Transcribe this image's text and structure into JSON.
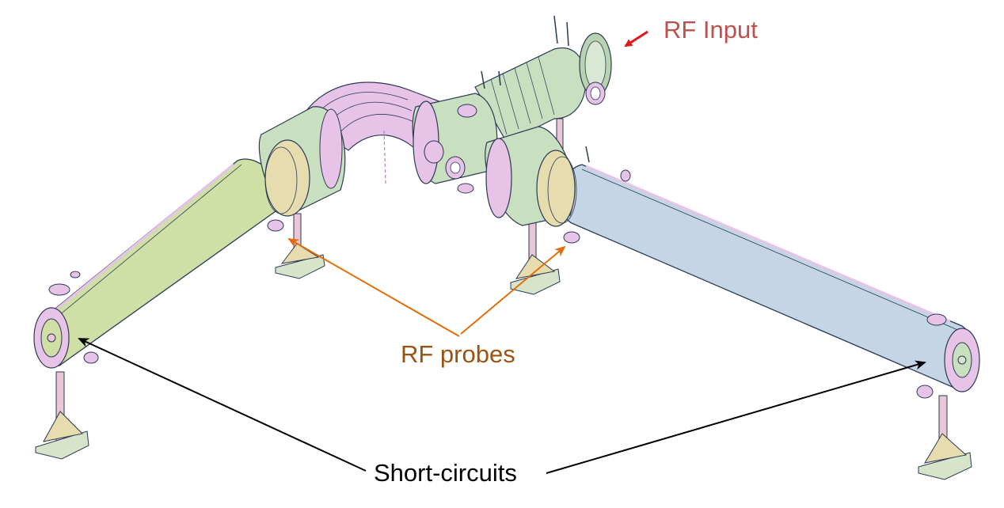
{
  "labels": {
    "rf_input": "RF Input",
    "rf_probes": "RF probes",
    "short_circuits": "Short-circuits"
  },
  "colors": {
    "rf_input": "#c0504d",
    "rf_input_arrow": "#e3141a",
    "rf_probes": "#9a5313",
    "rf_probes_arrow": "#e46c0a",
    "short_circuits": "#000000",
    "pipe_left": "#cfdfa6",
    "pipe_right": "#c4d6e6",
    "elbow": "#e8c3e8",
    "tee_body": "#c9e0c0",
    "support": "#e9c7d7",
    "base_plate": "#d7e4c9",
    "outline": "#2b3a55"
  }
}
